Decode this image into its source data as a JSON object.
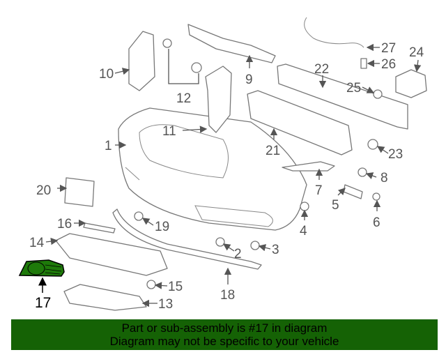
{
  "diagram": {
    "callouts": {
      "p1": "1",
      "p2": "2",
      "p3": "3",
      "p4": "4",
      "p5": "5",
      "p6": "6",
      "p7": "7",
      "p8": "8",
      "p9": "9",
      "p10": "10",
      "p11": "11",
      "p12": "12",
      "p13": "13",
      "p14": "14",
      "p15": "15",
      "p16": "16",
      "p17": "17",
      "p18": "18",
      "p19": "19",
      "p20": "20",
      "p21": "21",
      "p22": "22",
      "p23": "23",
      "p24": "24",
      "p25": "25",
      "p26": "26",
      "p27": "27"
    },
    "highlight_color": "#1e7a0a"
  },
  "banner": {
    "line1": "Part or sub-assembly is #17 in diagram",
    "line2": "Diagram may not be specific to your vehicle",
    "color": "#156205"
  }
}
